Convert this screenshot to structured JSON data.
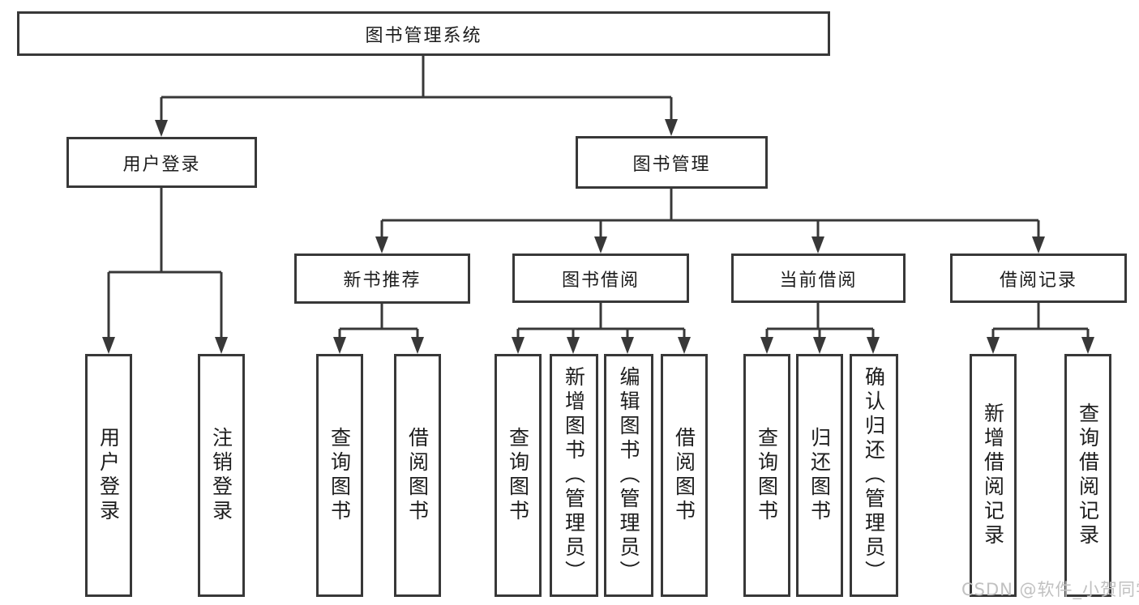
{
  "colors": {
    "line": "#383838",
    "box_border": "#383838",
    "box_fill": "#ffffff",
    "text": "#1d1d1d",
    "watermark": "#c1c1c1",
    "background": "#ffffff"
  },
  "diagram": {
    "root": {
      "label": "图书管理系统"
    },
    "level2": [
      {
        "label": "用户登录"
      },
      {
        "label": "图书管理"
      }
    ],
    "level3": [
      {
        "label": "新书推荐",
        "parent": "图书管理"
      },
      {
        "label": "图书借阅",
        "parent": "图书管理"
      },
      {
        "label": "当前借阅",
        "parent": "图书管理"
      },
      {
        "label": "借阅记录",
        "parent": "图书管理"
      }
    ],
    "leaves": [
      {
        "label": "用户登录",
        "parent": "用户登录"
      },
      {
        "label": "注销登录",
        "parent": "用户登录"
      },
      {
        "label": "查询图书",
        "parent": "新书推荐"
      },
      {
        "label": "借阅图书",
        "parent": "新书推荐"
      },
      {
        "label": "查询图书",
        "parent": "图书借阅"
      },
      {
        "label": "新增图书（管理员）",
        "parent": "图书借阅"
      },
      {
        "label": "编辑图书（管理员）",
        "parent": "图书借阅"
      },
      {
        "label": "借阅图书",
        "parent": "图书借阅"
      },
      {
        "label": "查询图书",
        "parent": "当前借阅"
      },
      {
        "label": "归还图书",
        "parent": "当前借阅"
      },
      {
        "label": "确认归还（管理员）",
        "parent": "当前借阅"
      },
      {
        "label": "新增借阅记录",
        "parent": "借阅记录"
      },
      {
        "label": "查询借阅记录",
        "parent": "借阅记录"
      }
    ]
  },
  "watermark": {
    "text": "CSDN @软件_小贺同学"
  }
}
